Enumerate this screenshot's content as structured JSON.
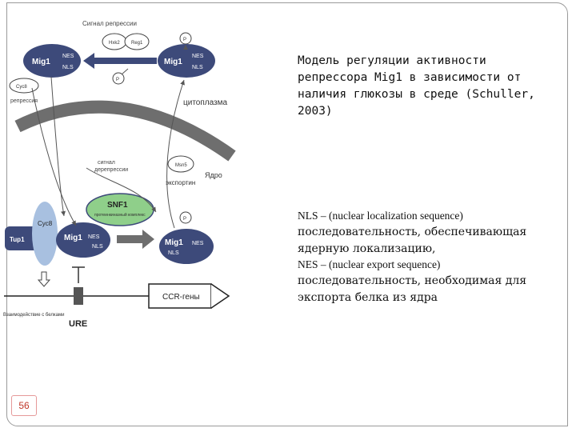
{
  "slide": {
    "title": "Модель регуляции активности репрессора Mig1 в зависимости от наличия глюкозы в среде (Schuller, 2003)",
    "page_number": "56",
    "definitions": [
      {
        "abbr": "NLS – (nuclear localization sequence)",
        "desc": "последовательность, обеспечивающая ядерную локализацию,"
      },
      {
        "abbr": "NES – (nuclear export sequence)",
        "desc": "последовательность, необходимая для экспорта белка из ядра"
      }
    ]
  },
  "diagram": {
    "repression_signal": "Сигнал репрессии",
    "hxk2": "Hxk2",
    "reg1": "Reg1",
    "msn5": "Msn5",
    "p": "P",
    "mig1": "Mig1",
    "nes": "NES",
    "nls": "NLS",
    "ssn6_cyc8": "Cyc8",
    "tup1": "Tup1",
    "repression_label": "репрессия",
    "cytoplasm": "цитоплазма",
    "derepression_signal": "сигнал дерепрессии",
    "nucleus": "Ядро",
    "exportin": "экспортин",
    "snf1": "SNF1",
    "snf1_sub": "протеинкиназный комплекс",
    "ccr_genes": "CCR-гены",
    "ure": "URE",
    "interaction": "Взаимодействие с белками",
    "colors": {
      "navy": "#3d4a7a",
      "green": "#8fcf8a",
      "lightblue": "#a8c0e0",
      "gray": "#6e6e6e"
    }
  }
}
